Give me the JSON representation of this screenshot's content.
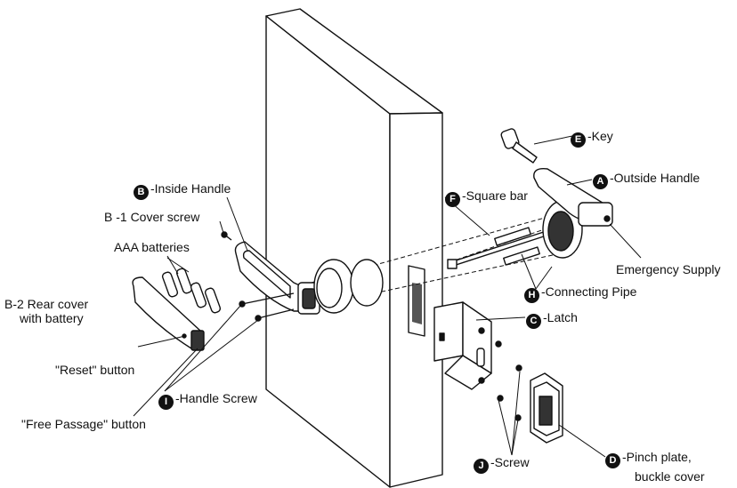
{
  "labels": {
    "A": {
      "letter": "A",
      "text": "-Outside Handle"
    },
    "B": {
      "letter": "B",
      "text": "-Inside Handle"
    },
    "B1": {
      "text": "B -1 Cover screw"
    },
    "AAA": {
      "text": "AAA batteries"
    },
    "B2_line1": {
      "text": "B-2 Rear cover"
    },
    "B2_line2": {
      "text": "with battery"
    },
    "C": {
      "letter": "C",
      "text": "-Latch"
    },
    "D": {
      "letter": "D",
      "text": "-Pinch plate,"
    },
    "D_line2": {
      "text": "buckle cover"
    },
    "E": {
      "letter": "E",
      "text": "-Key"
    },
    "F": {
      "letter": "F",
      "text": "-Square bar"
    },
    "H": {
      "letter": "H",
      "text": "-Connecting Pipe"
    },
    "I": {
      "letter": "I",
      "text": "-Handle Screw"
    },
    "J": {
      "letter": "J",
      "text": "-Screw"
    },
    "emergency": {
      "text": "Emergency Supply"
    },
    "reset": {
      "text": "\"Reset\" button"
    },
    "free": {
      "text": "\"Free Passage\" button"
    }
  }
}
